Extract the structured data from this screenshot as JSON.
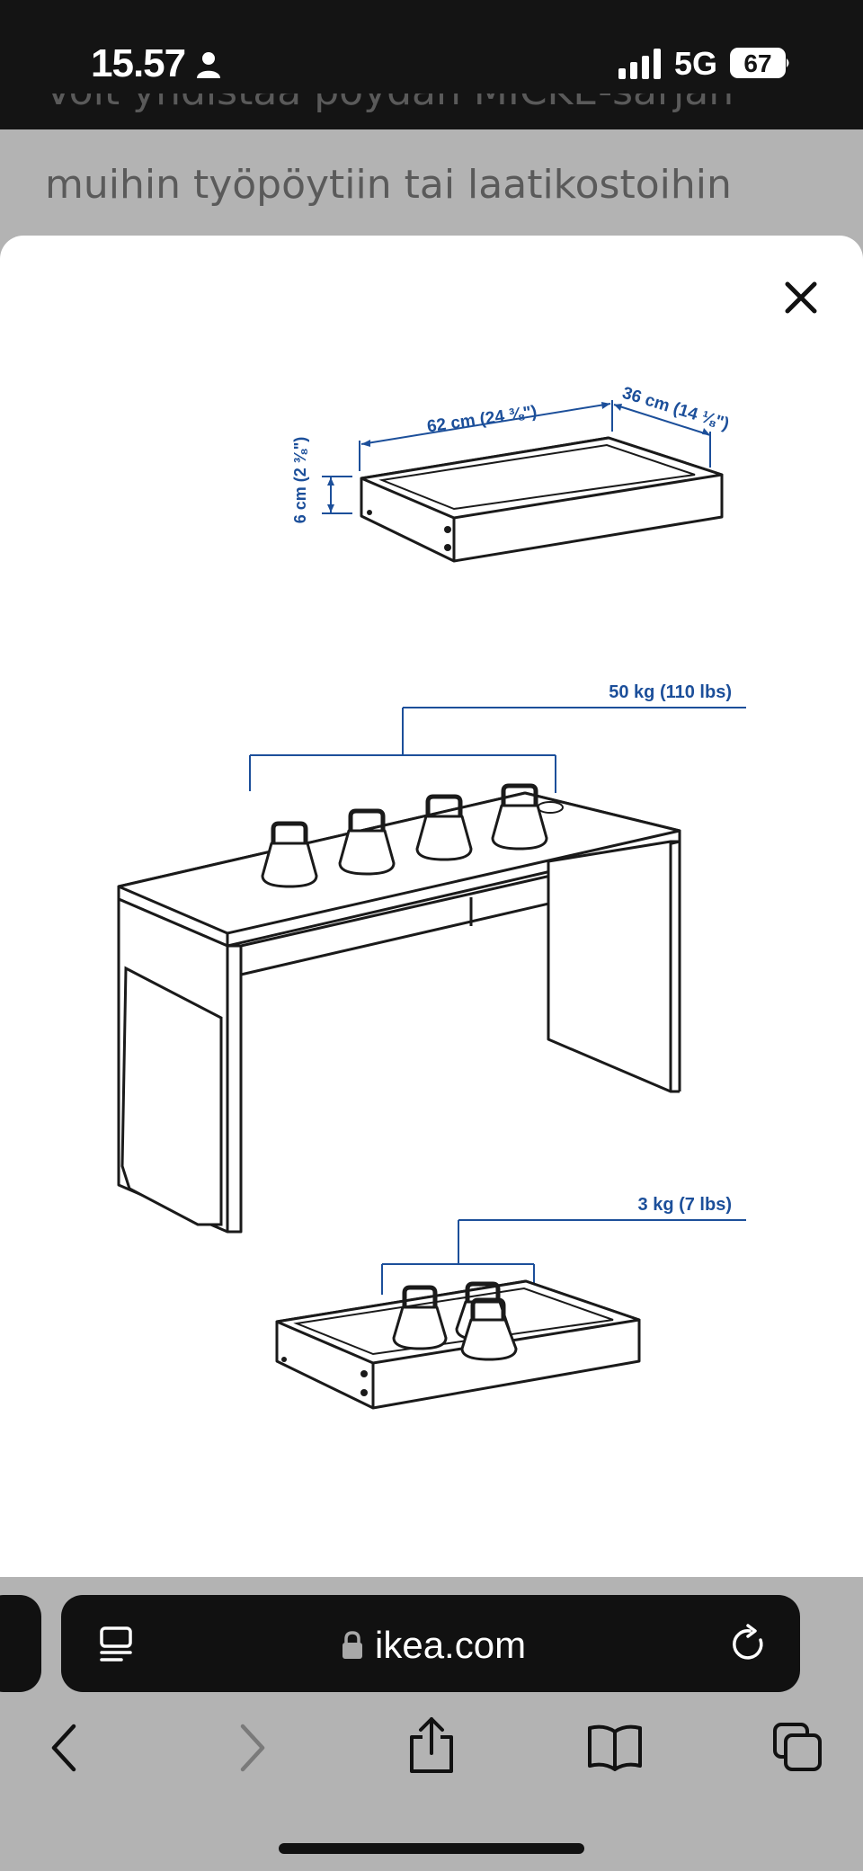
{
  "status_bar": {
    "time": "15.57",
    "network": "5G",
    "battery": "67"
  },
  "background_text": {
    "line1": "Voit yhdistää pöydän MICKE-sarjan",
    "line2": "muihin työpöytiin tai laatikostoihin"
  },
  "sheet": {
    "drawer_dimensions": {
      "width": "62 cm (24 ⅜\")",
      "depth": "36 cm (14 ⅛\")",
      "height": "6 cm (2 ⅜\")"
    },
    "desk_load": "50 kg (110 lbs)",
    "drawer_load": "3 kg (7 lbs)"
  },
  "address_bar": {
    "url": "ikea.com"
  },
  "toolbar": {
    "items": [
      "back",
      "forward",
      "share",
      "bookmarks",
      "tabs"
    ]
  },
  "colors": {
    "dimension_blue": "#1c4f9a",
    "status_bar_bg": "#141414",
    "page_dim": "#b3b3b3"
  }
}
